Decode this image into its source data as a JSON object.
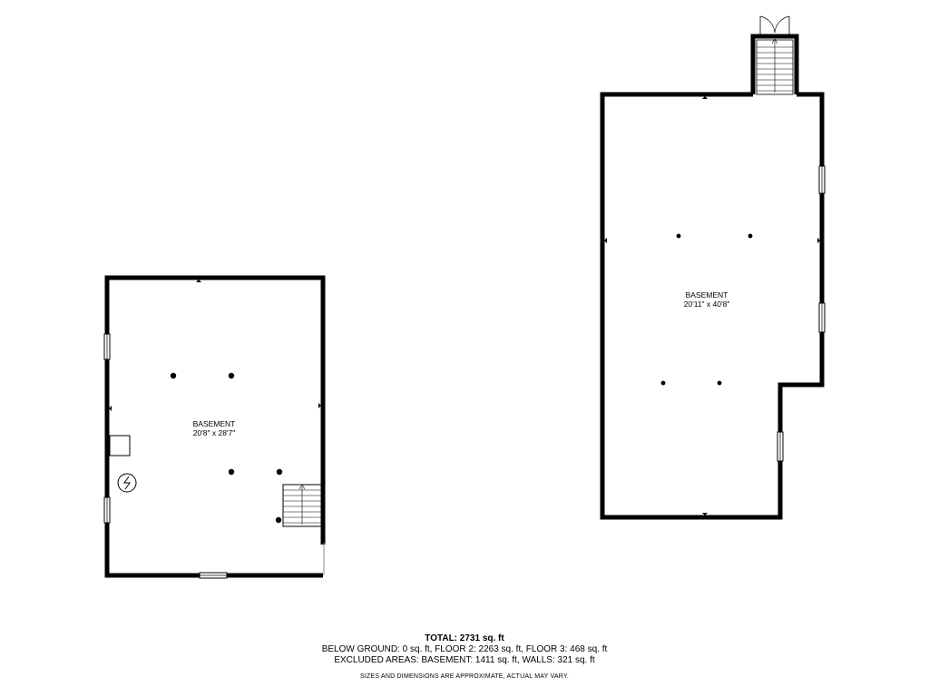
{
  "plan_left": {
    "room_name": "BASEMENT",
    "room_dims": "20'8\" x 28'7\""
  },
  "plan_right": {
    "room_name": "BASEMENT",
    "room_dims": "20'11\" x 40'8\""
  },
  "summary": {
    "total": "TOTAL: 2731 sq. ft",
    "below_ground": "BELOW GROUND: 0 sq. ft, FLOOR 2: 2263 sq. ft, FLOOR 3: 468 sq. ft",
    "excluded": "EXCLUDED AREAS: BASEMENT: 1411 sq. ft, WALLS: 321 sq. ft",
    "disclaimer": "SIZES AND DIMENSIONS ARE APPROXIMATE, ACTUAL MAY VARY."
  }
}
